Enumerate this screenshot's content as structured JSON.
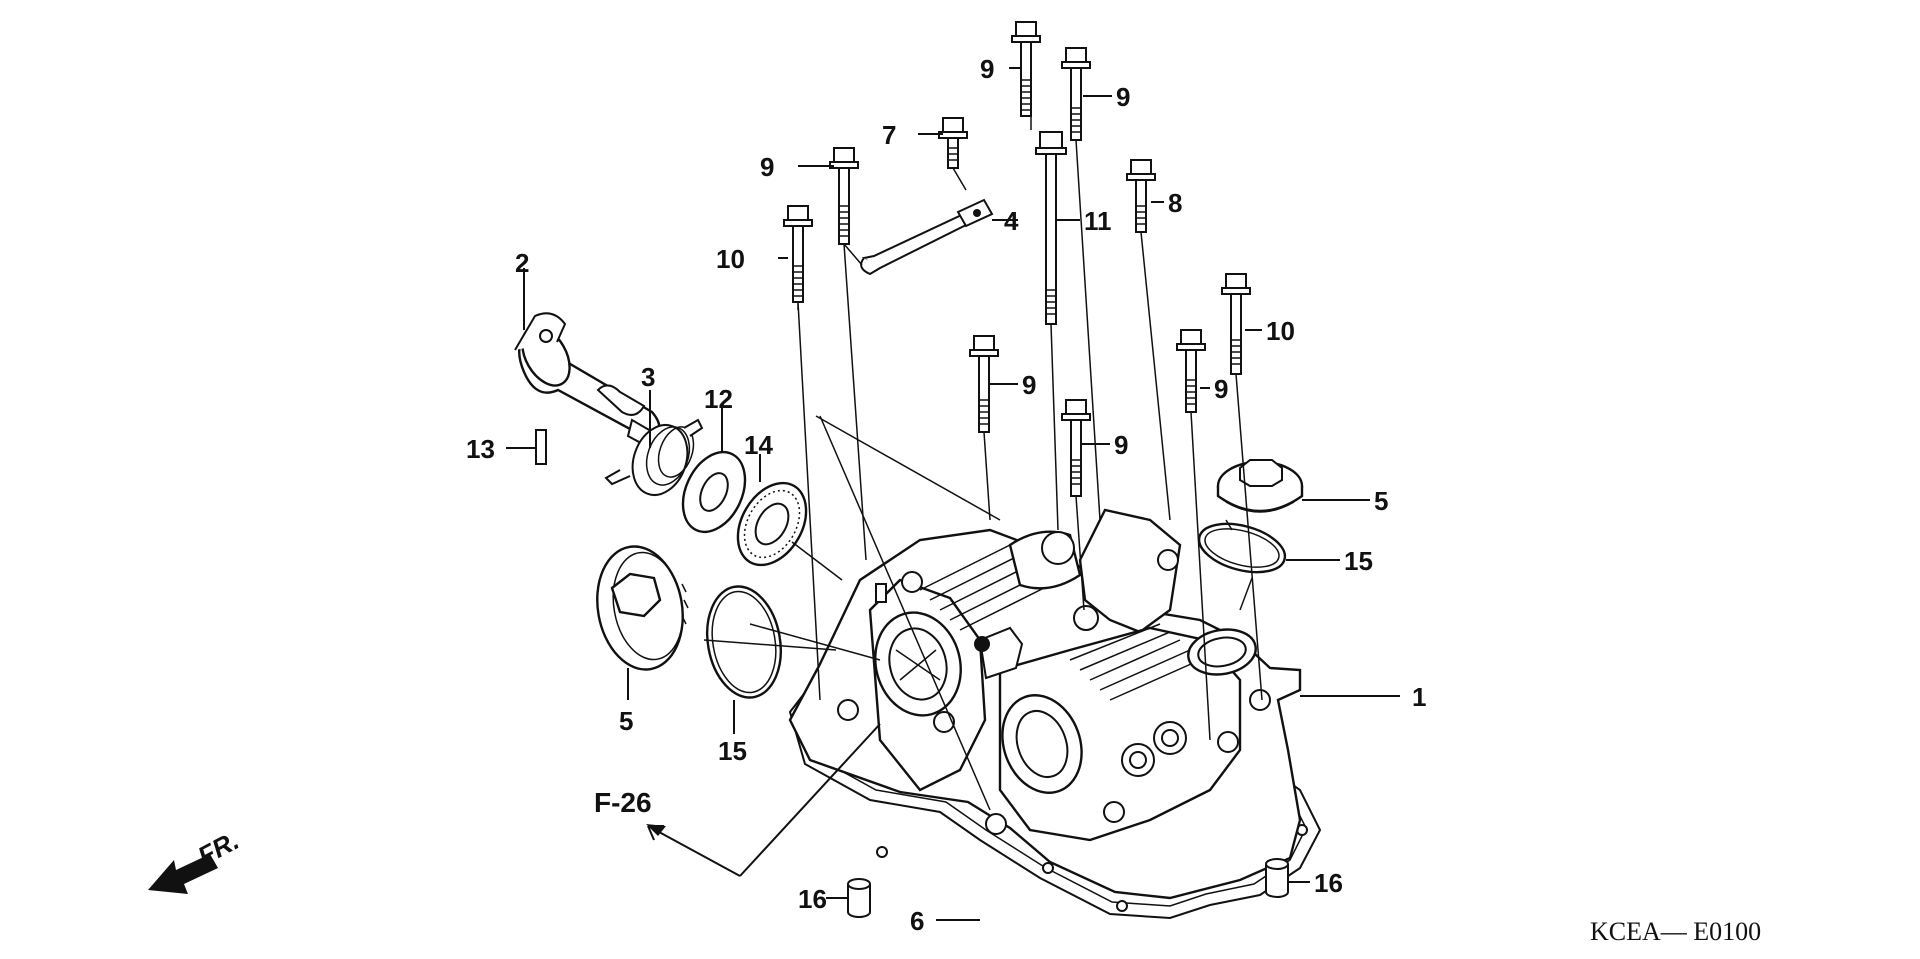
{
  "callouts": {
    "c1": "1",
    "c2": "2",
    "c3": "3",
    "c4": "4",
    "c5a": "5",
    "c5b": "5",
    "c6": "6",
    "c7": "7",
    "c8": "8",
    "c9a": "9",
    "c9b": "9",
    "c9c": "9",
    "c9d": "9",
    "c9e": "9",
    "c9f": "9",
    "c10a": "10",
    "c10b": "10",
    "c11": "11",
    "c12": "12",
    "c13": "13",
    "c14": "14",
    "c15a": "15",
    "c15b": "15",
    "c16a": "16",
    "c16b": "16"
  },
  "reference": "F-26",
  "front_marker": "FR.",
  "diagram_code": "KCEA— E0100"
}
